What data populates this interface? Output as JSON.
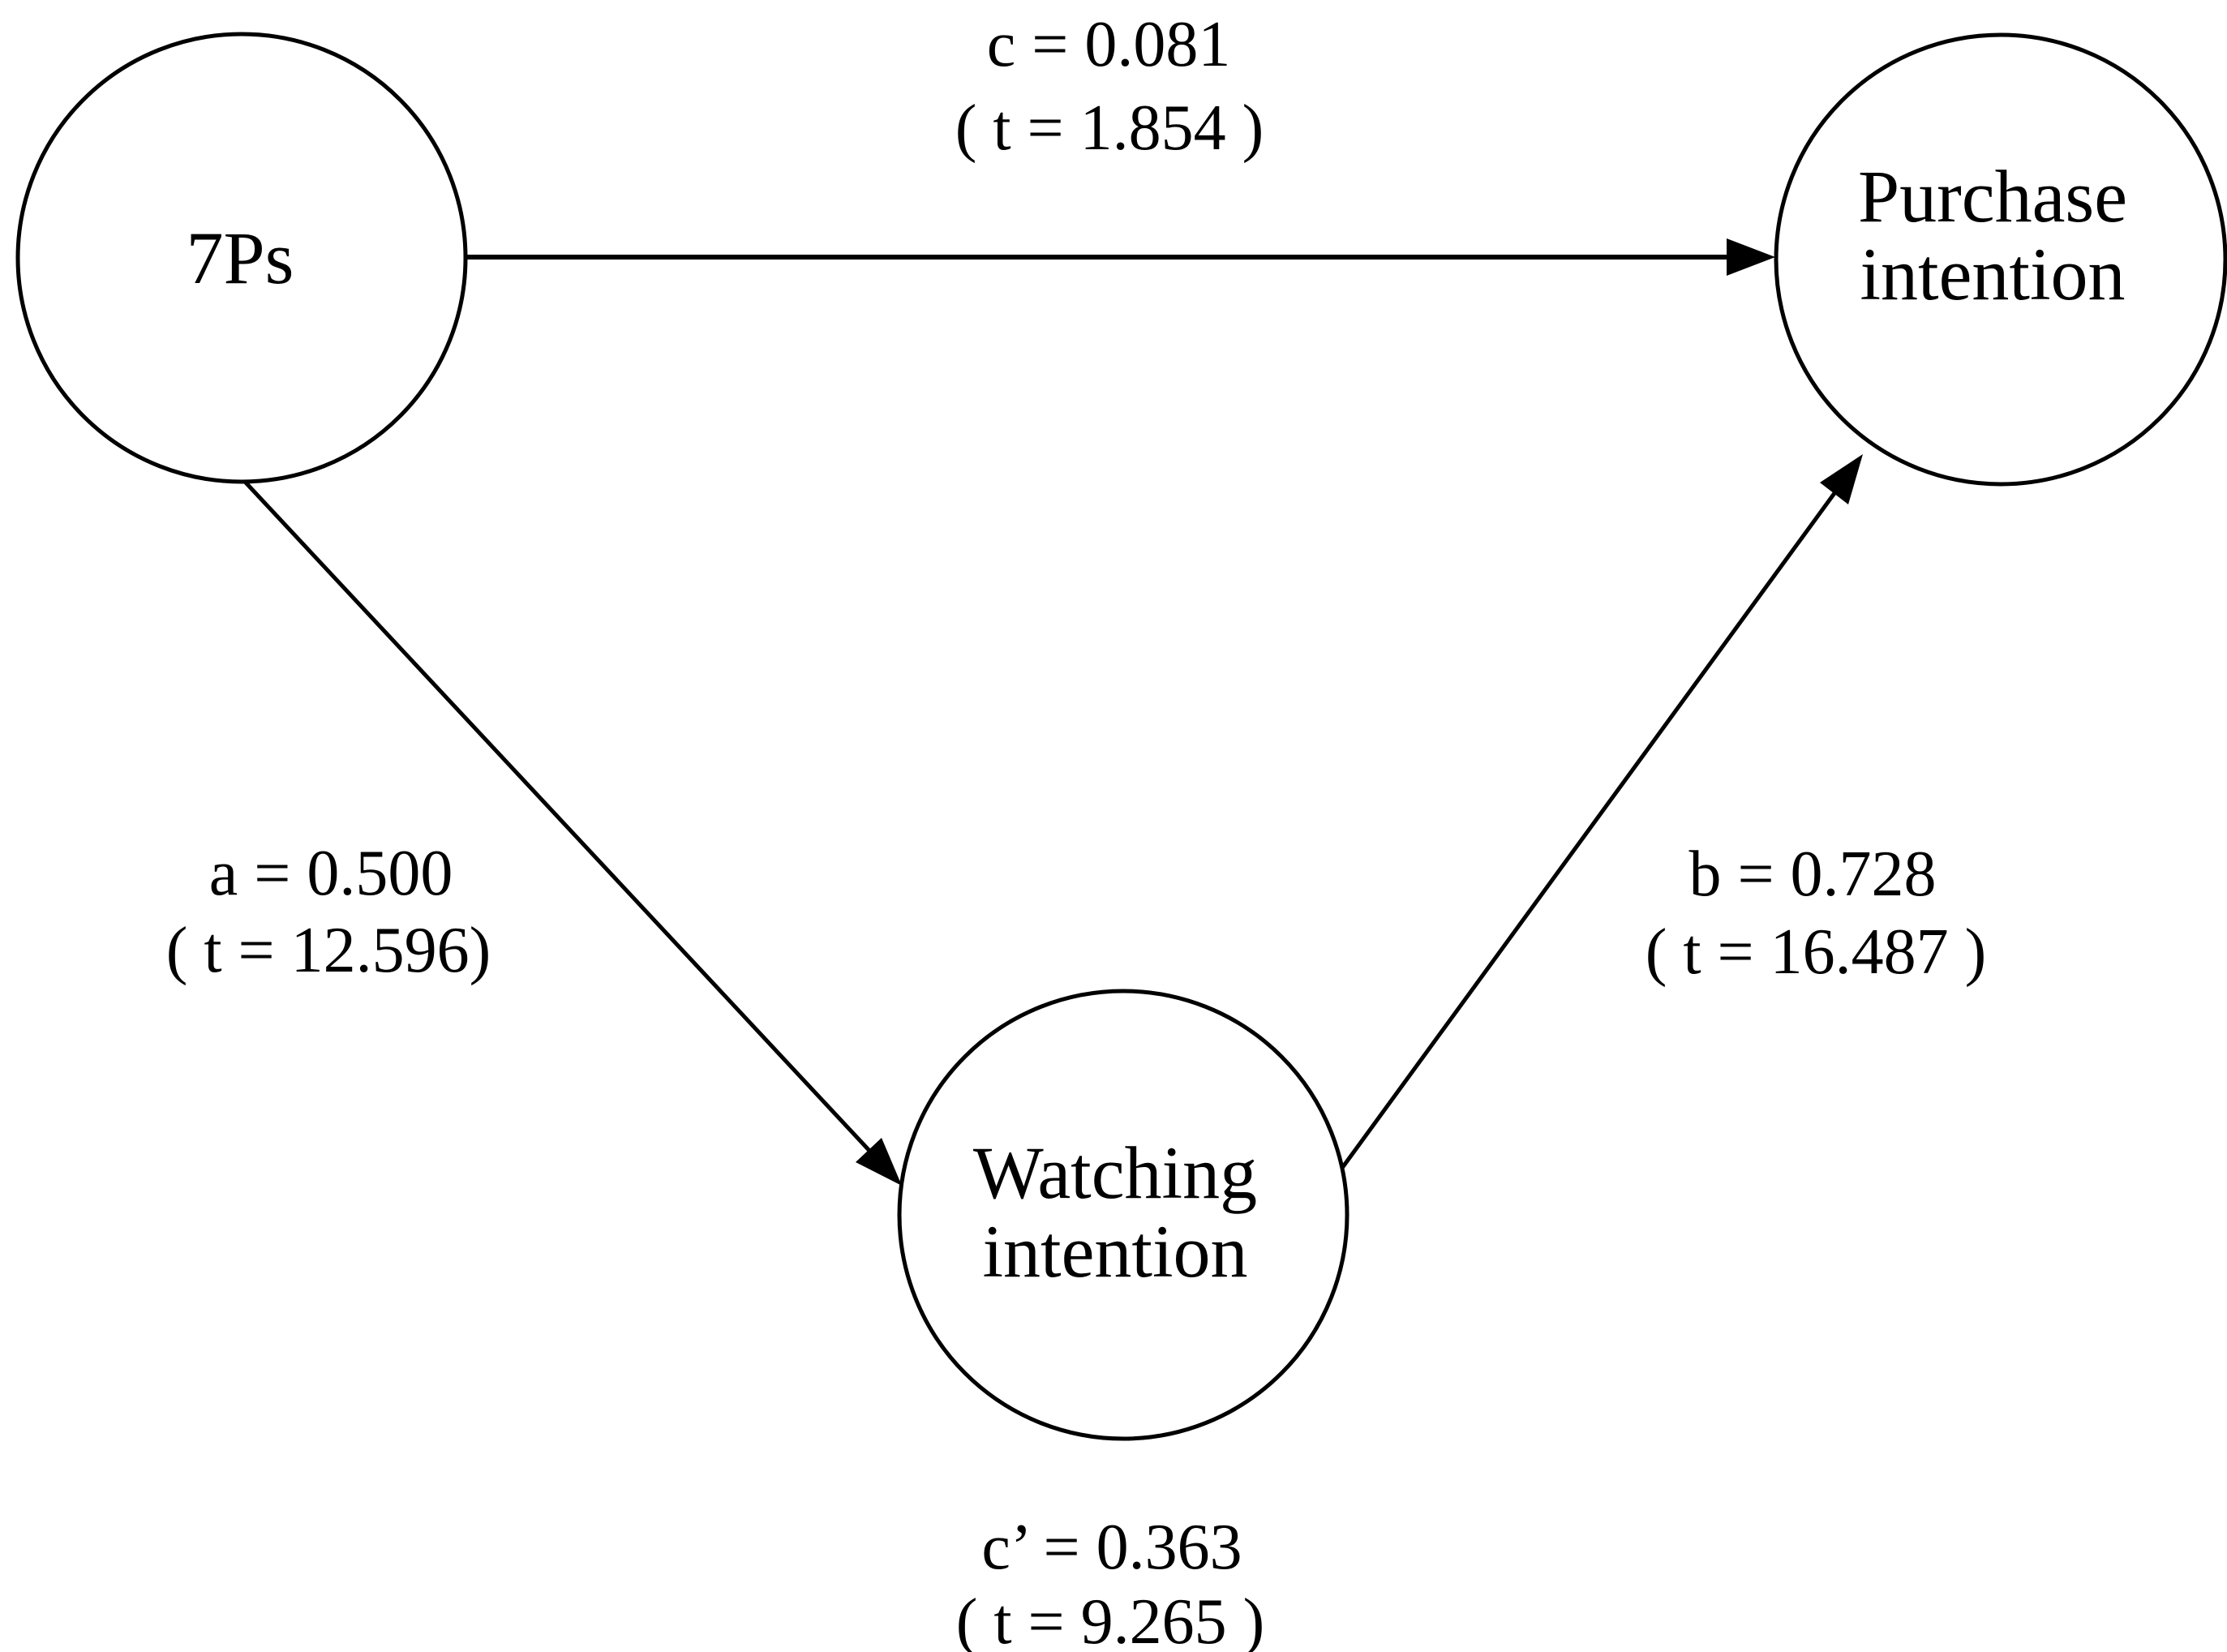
{
  "figure": {
    "type": "mediation-path-diagram",
    "background_color": "#ffffff",
    "line_color": "#000000"
  },
  "nodes": {
    "sevenps": {
      "label": "7Ps"
    },
    "purchase": {
      "line1": "Purchase",
      "line2": "intention"
    },
    "watching": {
      "line1": "Watching",
      "line2": "intention"
    }
  },
  "paths": {
    "c": {
      "coefficient": "c = 0.081",
      "t_value": "( t = 1.854 )"
    },
    "a": {
      "coefficient": "a = 0.500",
      "t_value": "( t = 12.596)"
    },
    "b": {
      "coefficient": "b = 0.728",
      "t_value": "( t = 16.487 )"
    },
    "c_prime": {
      "coefficient": "c’ = 0.363",
      "t_value": "( t = 9.265 )"
    }
  }
}
